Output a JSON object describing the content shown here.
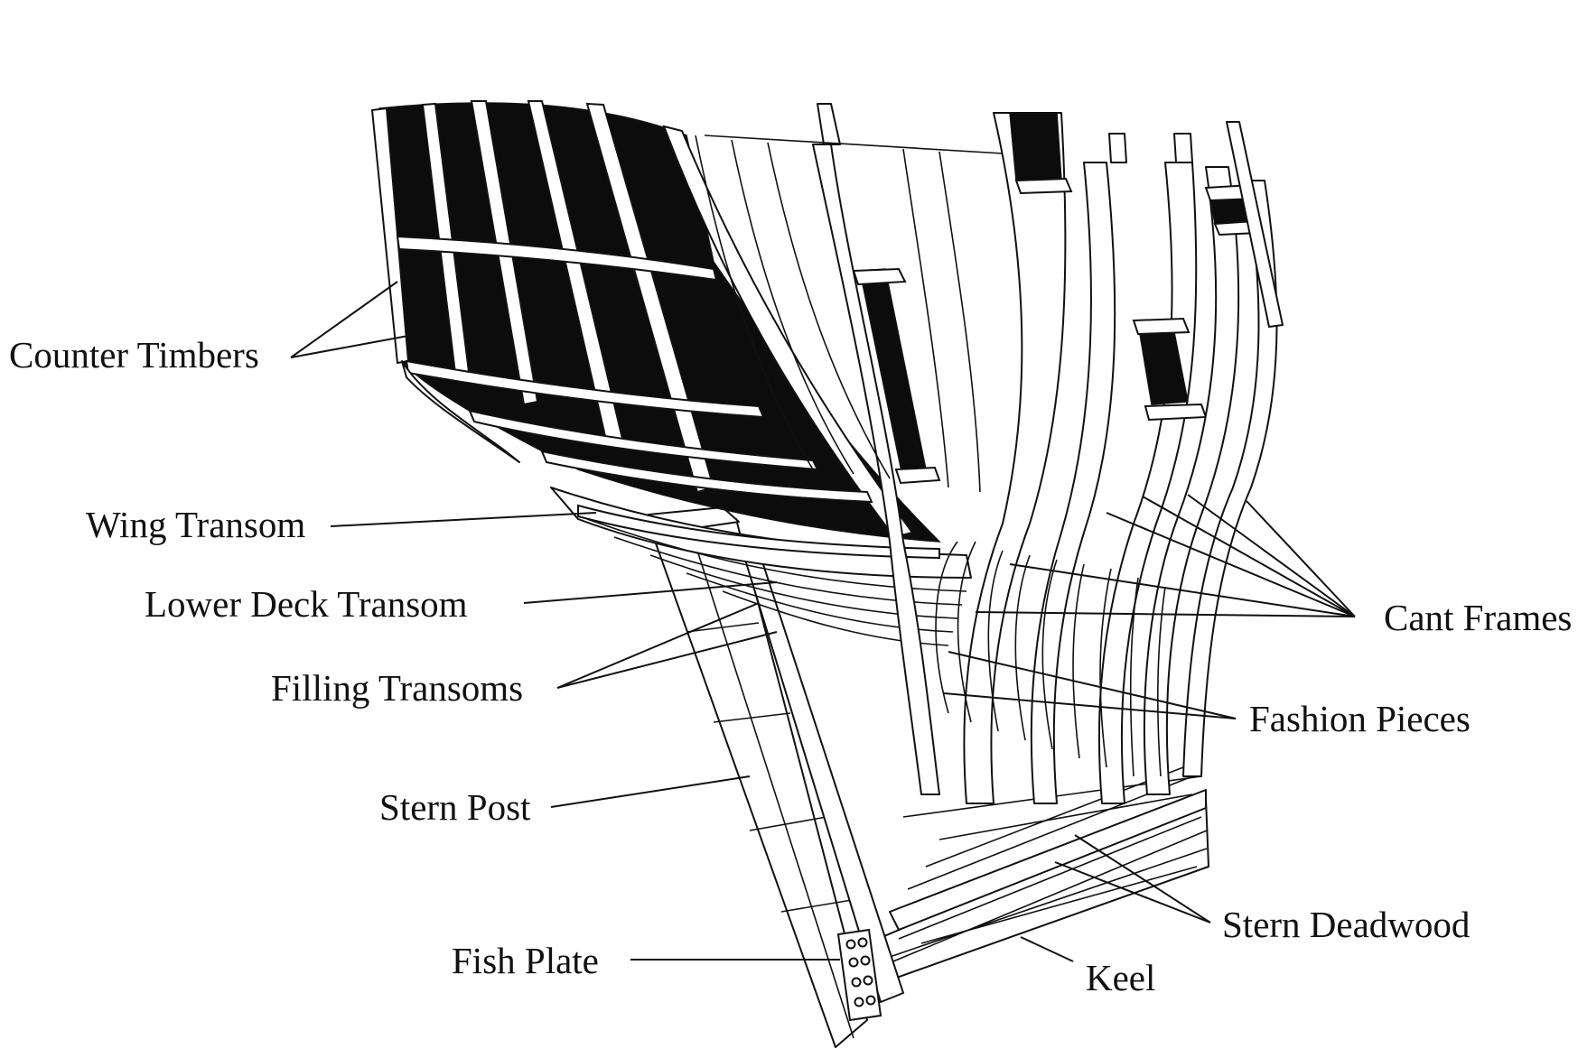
{
  "labels": {
    "counter_timbers": "Counter Timbers",
    "wing_transom": "Wing Transom",
    "lower_deck_transom": "Lower Deck Transom",
    "filling_transoms": "Filling Transoms",
    "stern_post": "Stern Post",
    "fish_plate": "Fish Plate",
    "cant_frames": "Cant Frames",
    "fashion_pieces": "Fashion Pieces",
    "stern_deadwood": "Stern Deadwood",
    "keel": "Keel"
  },
  "colors": {
    "ink": "#111111",
    "background": "#ffffff"
  }
}
